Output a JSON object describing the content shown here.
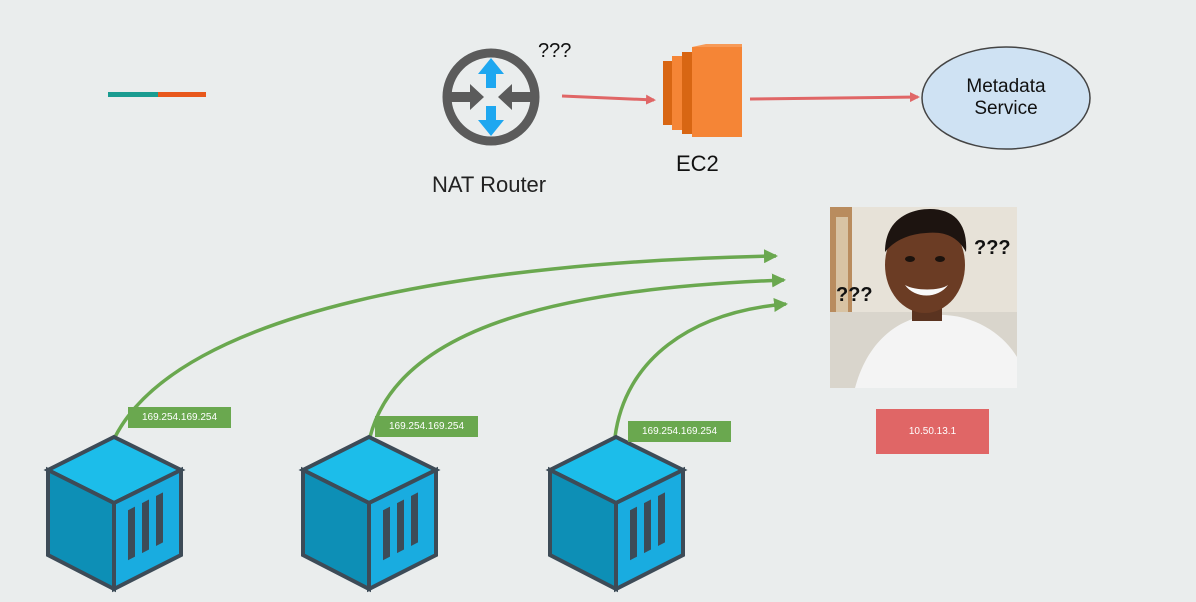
{
  "router": {
    "label": "NAT Router",
    "question": "???"
  },
  "ec2": {
    "label": "EC2"
  },
  "metadata": {
    "label_line1": "Metadata",
    "label_line2": "Service"
  },
  "meme": {
    "q1": "???",
    "q2": "???"
  },
  "containers": [
    {
      "ip": "169.254.169.254"
    },
    {
      "ip": "169.254.169.254"
    },
    {
      "ip": "169.254.169.254"
    }
  ],
  "host_ip": "10.50.13.1",
  "colors": {
    "background": "#eaeded",
    "green": "#6aa84f",
    "red_arrow": "#e06666",
    "ip_host": "#e06666",
    "ec2_orange": "#f58536",
    "container_blue": "#1cbdea",
    "metadata_fill": "#cfe2f3",
    "legend_teal": "#1a9c91",
    "legend_orange": "#e8581c"
  }
}
